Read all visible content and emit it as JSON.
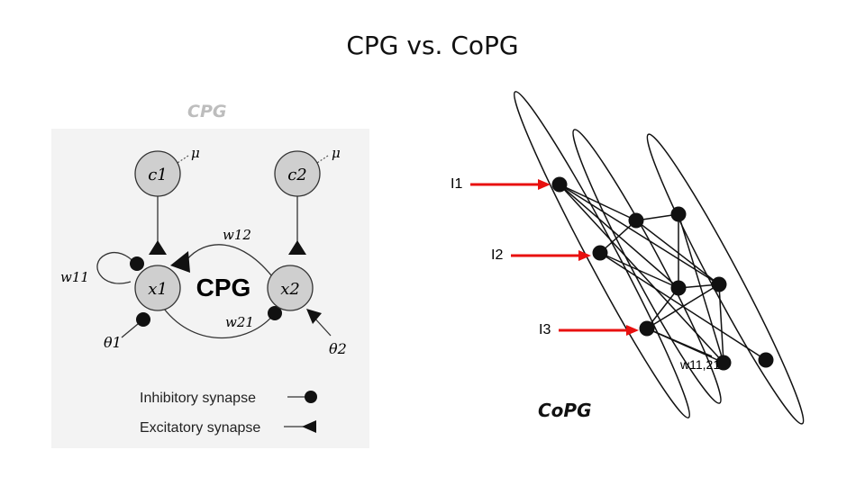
{
  "title": "CPG vs. CoPG",
  "cpg": {
    "caption": "CPG",
    "center_label": "CPG",
    "node_c1": "c1",
    "node_c2": "c2",
    "node_x1": "x1",
    "node_x2": "x2",
    "mu": "μ",
    "w11": "w11",
    "w12": "w12",
    "w21": "w21",
    "theta1": "θ1",
    "theta2": "θ2",
    "legend": {
      "inhibitory": "Inhibitory synapse",
      "excitatory": "Excitatory synapse"
    }
  },
  "copg": {
    "caption": "CoPG",
    "inputs": [
      "I1",
      "I2",
      "I3"
    ],
    "weight_label": "w11,21",
    "arrow_color": "#e8100f"
  }
}
